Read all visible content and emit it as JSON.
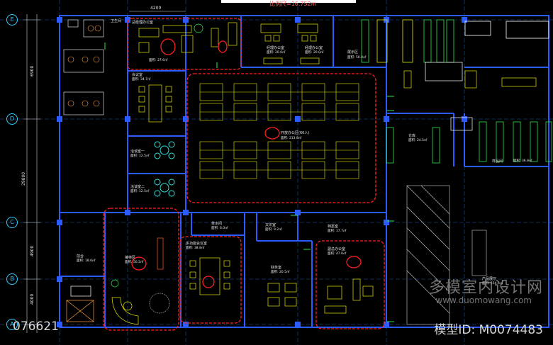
{
  "colors": {
    "background": "#000000",
    "wall": "#2a5cff",
    "furniture": "#e6e600",
    "cloud_markup": "#ff2020",
    "room_text": "#e8e8e8",
    "grid_line": "#1e8fff",
    "green_shelf": "#2ee64a"
  },
  "title_scale": "比例尺=16.752m",
  "dimensions": {
    "top": "4200",
    "left_upper": "6900",
    "left_middle": "29800",
    "left_lower_a": "4900",
    "left_lower_b": "4000"
  },
  "grid_axes": [
    "E",
    "D",
    "C",
    "B",
    "A"
  ],
  "rooms": {
    "gm_office": {
      "name": "总经理办公室",
      "area": "面积: 27.6㎡"
    },
    "wc": {
      "name": "卫生间"
    },
    "small_office_1": {
      "name": "经理办公室",
      "area": "面积: 20.0㎡"
    },
    "small_office_2": {
      "name": "经理办公室",
      "area": "面积: 20.0㎡"
    },
    "exhibition": {
      "name": "展示区",
      "area": "面积: 50.0㎡"
    },
    "meeting_large": {
      "name": "会议室",
      "area": "面积: 34.7㎡"
    },
    "open_office": {
      "name": "开放办公区(60人)",
      "area": "面积: 213.8㎡"
    },
    "negotiation_1": {
      "name": "洽谈室一",
      "area": "面积: 12.5㎡"
    },
    "negotiation_2": {
      "name": "洽谈室二",
      "area": "面积: 12.5㎡"
    },
    "warehouse": {
      "name": "仓库",
      "area": "面积: 24.5㎡"
    },
    "sample_room": {
      "name": "样品间",
      "area": "面积: 36.8㎡"
    },
    "tea_room": {
      "name": "茶水间",
      "area": "面积: 6.0㎡"
    },
    "print_room": {
      "name": "文印室",
      "area": "面积: 9.2㎡"
    },
    "archive": {
      "name": "档案室",
      "area": "面积: 17.7㎡"
    },
    "reception": {
      "name": "前台",
      "area": "面积: 18.6㎡"
    },
    "lobby": {
      "name": "接待区",
      "area": "面积: 50.2㎡"
    },
    "board_room": {
      "name": "多功能会议室",
      "area": "面积: 38.8㎡"
    },
    "finance": {
      "name": "财务室",
      "area": "面积: 20.5㎡"
    },
    "vp_office": {
      "name": "副总办公室",
      "area": "面积: 47.6㎡"
    },
    "showroom": {
      "name": "产品展厅",
      "area": "面积: 154.6㎡"
    }
  },
  "watermark": {
    "site_cn": "多模室内设计网",
    "site_url": "www.duomowang.com",
    "model_id": "模型ID: M0074483",
    "number": "076621"
  }
}
